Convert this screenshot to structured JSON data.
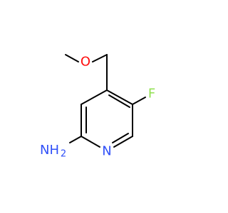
{
  "molecule": {
    "atoms": {
      "oxygen": "O",
      "fluorine": "F",
      "nitrogen_ring": "N",
      "amine": "NH",
      "amine_subscript": "2"
    },
    "colors": {
      "oxygen": "#ff0d0d",
      "fluorine": "#90e050",
      "nitrogen": "#3050f8",
      "bond": "#000000"
    }
  }
}
